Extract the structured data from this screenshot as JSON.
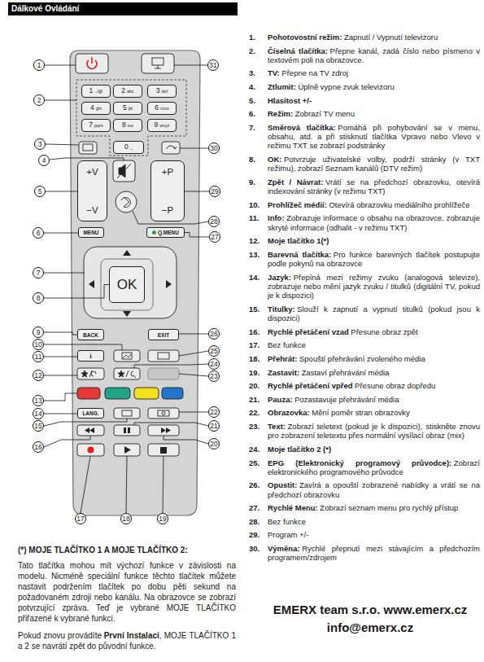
{
  "diagram": {
    "title": "Dálkové Ovládání",
    "nodes": [
      {
        "text": [
          "1"
        ]
      },
      {
        "text": [
          "2"
        ]
      },
      {
        "text": [
          "3"
        ]
      },
      {
        "text": [
          "4"
        ]
      },
      {
        "text": [
          "5"
        ]
      },
      {
        "text": [
          "6"
        ]
      },
      {
        "text": [
          "7"
        ]
      },
      {
        "text": [
          "8"
        ]
      },
      {
        "text": [
          "9"
        ]
      },
      {
        "text": [
          "10"
        ]
      },
      {
        "text": [
          "11"
        ]
      },
      {
        "text": [
          "12"
        ]
      },
      {
        "text": [
          "13"
        ]
      },
      {
        "text": [
          "14"
        ]
      },
      {
        "text": [
          "15"
        ]
      },
      {
        "text": [
          "16"
        ]
      },
      {
        "text": [
          "17"
        ]
      },
      {
        "text": [
          "18"
        ]
      },
      {
        "text": [
          "19"
        ]
      },
      {
        "text": [
          "20"
        ]
      },
      {
        "text": [
          "21"
        ]
      },
      {
        "text": [
          "22"
        ]
      },
      {
        "text": [
          "23"
        ]
      },
      {
        "text": [
          "24"
        ]
      },
      {
        "text": [
          "25"
        ]
      },
      {
        "text": [
          "26"
        ]
      },
      {
        "text": [
          "27"
        ]
      },
      {
        "text": [
          "28"
        ]
      },
      {
        "text": [
          "29"
        ]
      },
      {
        "text": [
          "30"
        ]
      },
      {
        "text": [
          "31"
        ]
      },
      {
        "text": [
          "1",
          ".,/@"
        ]
      },
      {
        "text": [
          "2",
          "abc"
        ]
      },
      {
        "text": [
          "3",
          "def"
        ]
      },
      {
        "text": [
          "4",
          "ghi"
        ]
      },
      {
        "text": [
          "5",
          "jkl"
        ]
      },
      {
        "text": [
          "6",
          "mno"
        ]
      },
      {
        "text": [
          "7",
          "pqrs"
        ]
      },
      {
        "text": [
          "8",
          "tuv"
        ]
      },
      {
        "text": [
          "9",
          "wxyz"
        ]
      },
      {
        "text": [
          "0",
          "_"
        ]
      },
      {
        "text": [
          "+V",
          "−V"
        ]
      },
      {
        "text": [
          "+P",
          "−P"
        ]
      },
      {
        "text": [
          "MENU"
        ]
      },
      {
        "text": [
          "Q.MENU"
        ]
      },
      {
        "text": [
          "OK"
        ]
      },
      {
        "text": [
          "BACK"
        ]
      },
      {
        "text": [
          "EXIT"
        ]
      },
      {
        "text": [
          "i"
        ]
      },
      {
        "text": [
          "LANG."
        ]
      }
    ],
    "edges": [
      {
        "from": 4,
        "to": 41,
        "arrow": "none"
      },
      {
        "from": 28,
        "to": 42,
        "arrow": "none"
      },
      {
        "from": 5,
        "to": 43,
        "arrow": "none"
      },
      {
        "from": 26,
        "to": 44,
        "arrow": "none"
      },
      {
        "from": 7,
        "to": 45,
        "arrow": "none"
      },
      {
        "from": 8,
        "to": 46,
        "arrow": "none"
      },
      {
        "from": 25,
        "to": 47,
        "arrow": "none"
      },
      {
        "from": 10,
        "to": 48,
        "arrow": "none"
      },
      {
        "from": 13,
        "to": 49,
        "arrow": "none"
      }
    ],
    "labels": [
      "1.",
      "Pohotovostní režim:",
      "Zapnutí / Vypnutí televizoru",
      "2.",
      "Číselná tlačítka:",
      "Přepne kanál, zadá číslo nebo písmeno v textovém poli na obrazovce.",
      "3.",
      "TV:",
      "Přepne na TV zdroj",
      "4.",
      "Ztlumit:",
      "Úplně vypne zvuk televizoru",
      "5.",
      "Hlasitost +/-",
      "6.",
      "Režim:",
      "Zobrazí TV menu",
      "7.",
      "Směrová tlačítka:",
      "Pomáhá při pohybování se v menu, obsahu, atd. a při stisknutí tlačítka Vpravo nebo Vlevo v režimu TXT se zobrazí podstránky",
      "8.",
      "OK:",
      "Potvrzuje uživatelské volby, podrží stránky (v TXT režimu), zobrazí Seznam kanálů (DTV režim)",
      "9.",
      "Zpět / Návrat:",
      "Vrátí se na předchozí obrazovku, otevírá indexování stránky (v režimu TXT)",
      "10.",
      "Prohlížeč médií:",
      "Otevírá obrazovku mediálního prohlížeče",
      "11.",
      "Info:",
      "Zobrazuje informace o obsahu na obrazovce, zobrazuje skryté informace (odhalit - v režimu TXT)",
      "12.",
      "Moje tlačítko 1(*)",
      "13.",
      "Barevná tlačítka:",
      "Pro funkce barevných tlačítek postupujte podle pokynů na obrazovce",
      "14.",
      "Jazyk:",
      "Přepíná mezi režimy zvuku (analogová televize), zobrazuje nebo mění jazyk zvuku / titulků (digitální TV, pokud je k dispozici)",
      "15.",
      "Titulky:",
      "Slouží k zapnutí a vypnutí titulků (pokud jsou k dispozici)",
      "16.",
      "Rychlé přetáčení vzad",
      "Přesune obraz zpět",
      "17.",
      "Bez funkce",
      "18.",
      "Přehrát:",
      "Spouští přehrávání zvoleného média",
      "19.",
      "Zastavit:",
      "Zastaví přehrávání média",
      "20.",
      "Rychlé přetáčení vpřed",
      "Přesune obraz dopředu",
      "21.",
      "Pauza:",
      "Pozastavuje přehrávání média",
      "22.",
      "Obrazovka:",
      "Mění poměr stran obrazovky",
      "23.",
      "Text:",
      "Zobrazí teletext (pokud je k dispozici), stiskněte znovu pro zobrazení teletextu přes normální vysílací obraz (mix)",
      "24.",
      "Moje tlačítko 2 (*)",
      "25.",
      "EPG (Elektronický programový průvodce):",
      "Zobrazí elektronického programového průvodce",
      "26.",
      "Opustit:",
      "Zavírá a opouští zobrazené nabídky a vrátí se na předchozí obrazovku",
      "27.",
      "Rychlé Menu:",
      "Zobrazí seznam menu pro rychlý přístup",
      "28.",
      "Bez funkce",
      "29.",
      "Program +/-",
      "30.",
      "Výměna:",
      "Rychlé přepnutí mezi stávajícím a předchozím programem/zdrojem",
      "(*) MOJE TLAČÍTKO 1 A MOJE TLAČÍTKO 2:",
      "Tato tlačítka mohou mít výchozí funkce v závislosti na modelu. Nicméně speciální funkce těchto tlačítek můžete nastavit podržením tlačítek po dobu pěti sekund na požadovaném zdroji nebo kanálu. Na obrazovce se zobrazí potvrzující zpráva. Teď je vybrané MOJE TLAČÍTKO přiřazené k vybrané funkci.",
      "Pokud znovu provádíte",
      "První Instalaci",
      ", MOJE TLAČÍTKO 1 a 2 se navrátí zpět do původní funkce.",
      "EMERX team s.r.o. www.emerx.cz",
      "info@emerx.cz"
    ]
  }
}
